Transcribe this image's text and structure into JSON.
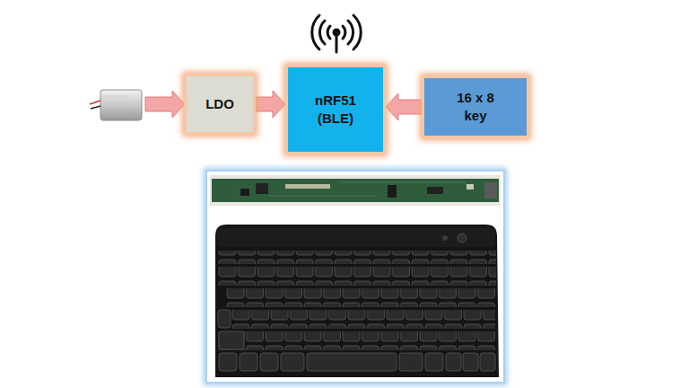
{
  "diagram": {
    "nodes": [
      {
        "text": [
          "LDO"
        ]
      },
      {
        "text": [
          "nRF51 (BLE)"
        ]
      },
      {
        "text": [
          "16 x 8 key"
        ]
      }
    ],
    "edges": [
      {
        "from": 0,
        "to": 1,
        "arrow": "to"
      },
      {
        "from": 2,
        "to": 1,
        "arrow": "to"
      }
    ]
  }
}
